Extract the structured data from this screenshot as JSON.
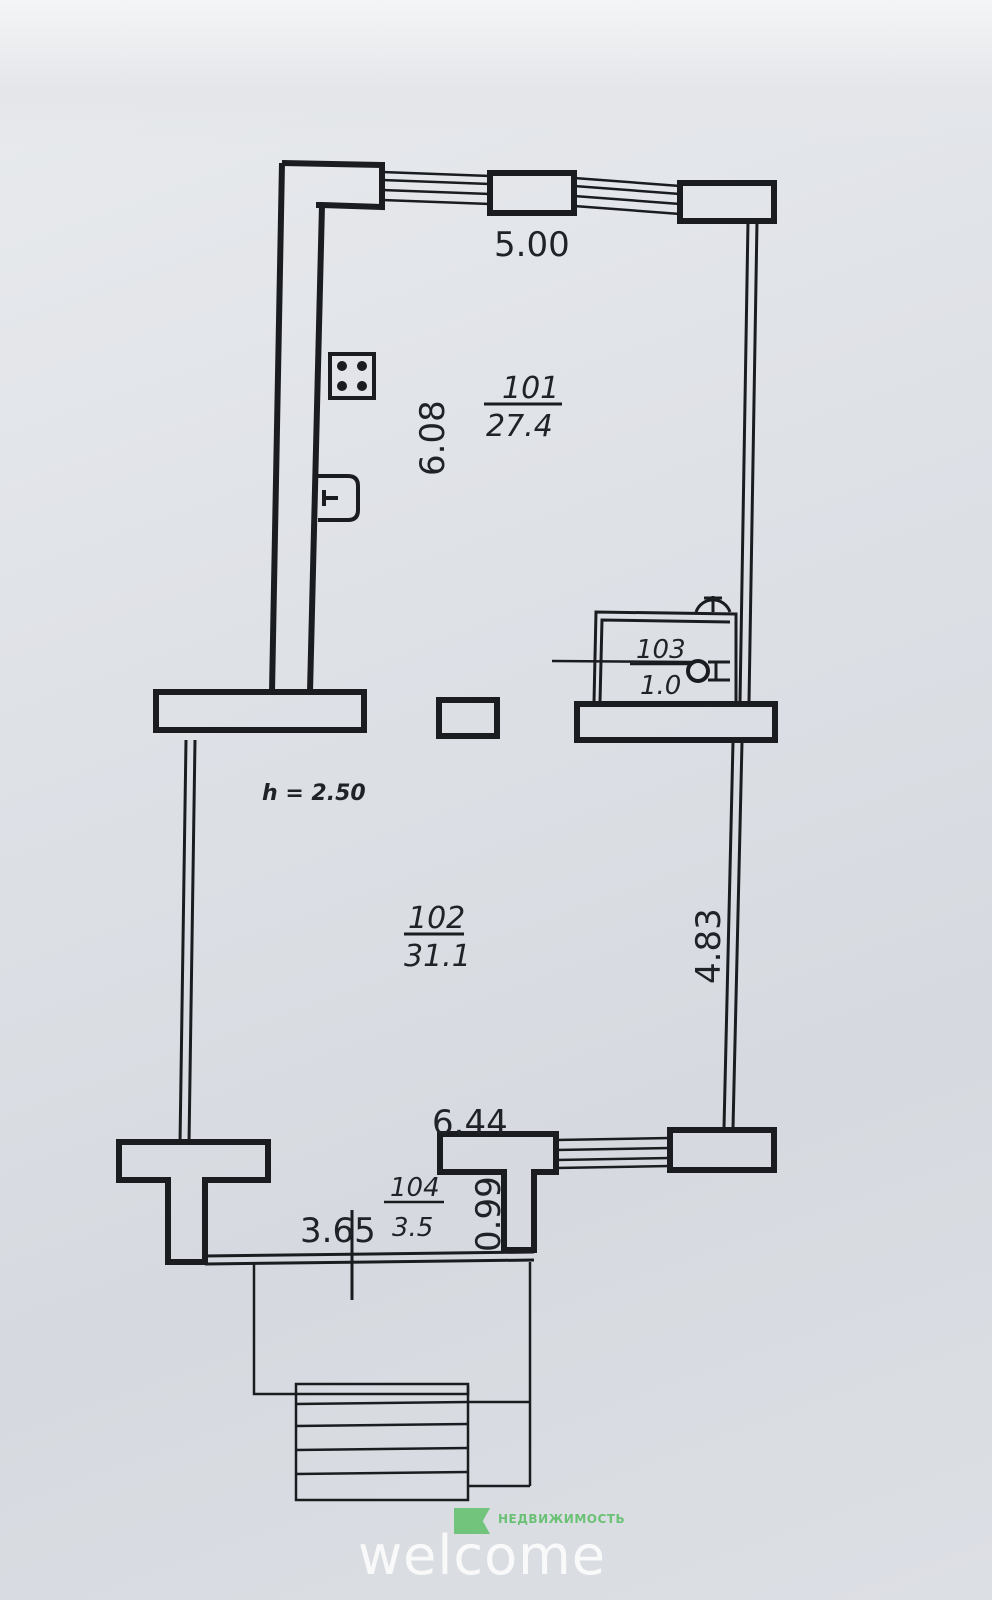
{
  "plan": {
    "ceiling_height": "h = 2.50",
    "dimensions": {
      "top_width": "5.00",
      "room101_height": "6.08",
      "room102_height": "4.83",
      "room102_width": "6.44",
      "room104_width": "3.65",
      "room104_depth": "0.99"
    },
    "rooms": [
      {
        "number": "101",
        "area": "27.4"
      },
      {
        "number": "102",
        "area": "31.1"
      },
      {
        "number": "103",
        "area": "1.0"
      },
      {
        "number": "104",
        "area": "3.5"
      }
    ]
  },
  "watermark": {
    "brand": "welcome",
    "subtitle": "НЕДВИЖИМОСТЬ",
    "color": "#5fbf6a"
  }
}
